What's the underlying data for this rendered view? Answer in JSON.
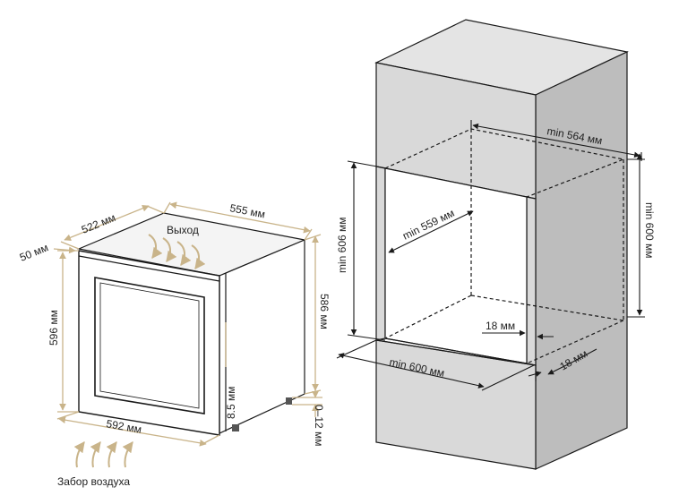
{
  "unit_appliance": {
    "labels": {
      "depth_top": "522 мм",
      "width_top": "555 мм",
      "door_thickness": "50 мм",
      "height_front": "596 мм",
      "height_side": "586 мм",
      "width_bottom": "592 мм",
      "side_gap": "8.5 мм",
      "feet_adjust": "0–12 мм",
      "exhaust": "Выход",
      "intake": "Забор воздуха"
    }
  },
  "niche": {
    "labels": {
      "min_depth": "min 564 мм",
      "min_width_inner": "min 559 мм",
      "min_height": "min 606 мм",
      "height_600": "min 600 мм",
      "inset": "18 мм",
      "min_width": "min 600 мм",
      "inset_right": "18 мм"
    }
  },
  "colors": {
    "cabinet_front": "#d9d9d9",
    "cabinet_side": "#bdbdbd",
    "cabinet_top": "#e4e4e4",
    "dimension_tan": "#c9b48a",
    "line": "#1a1a1a"
  }
}
